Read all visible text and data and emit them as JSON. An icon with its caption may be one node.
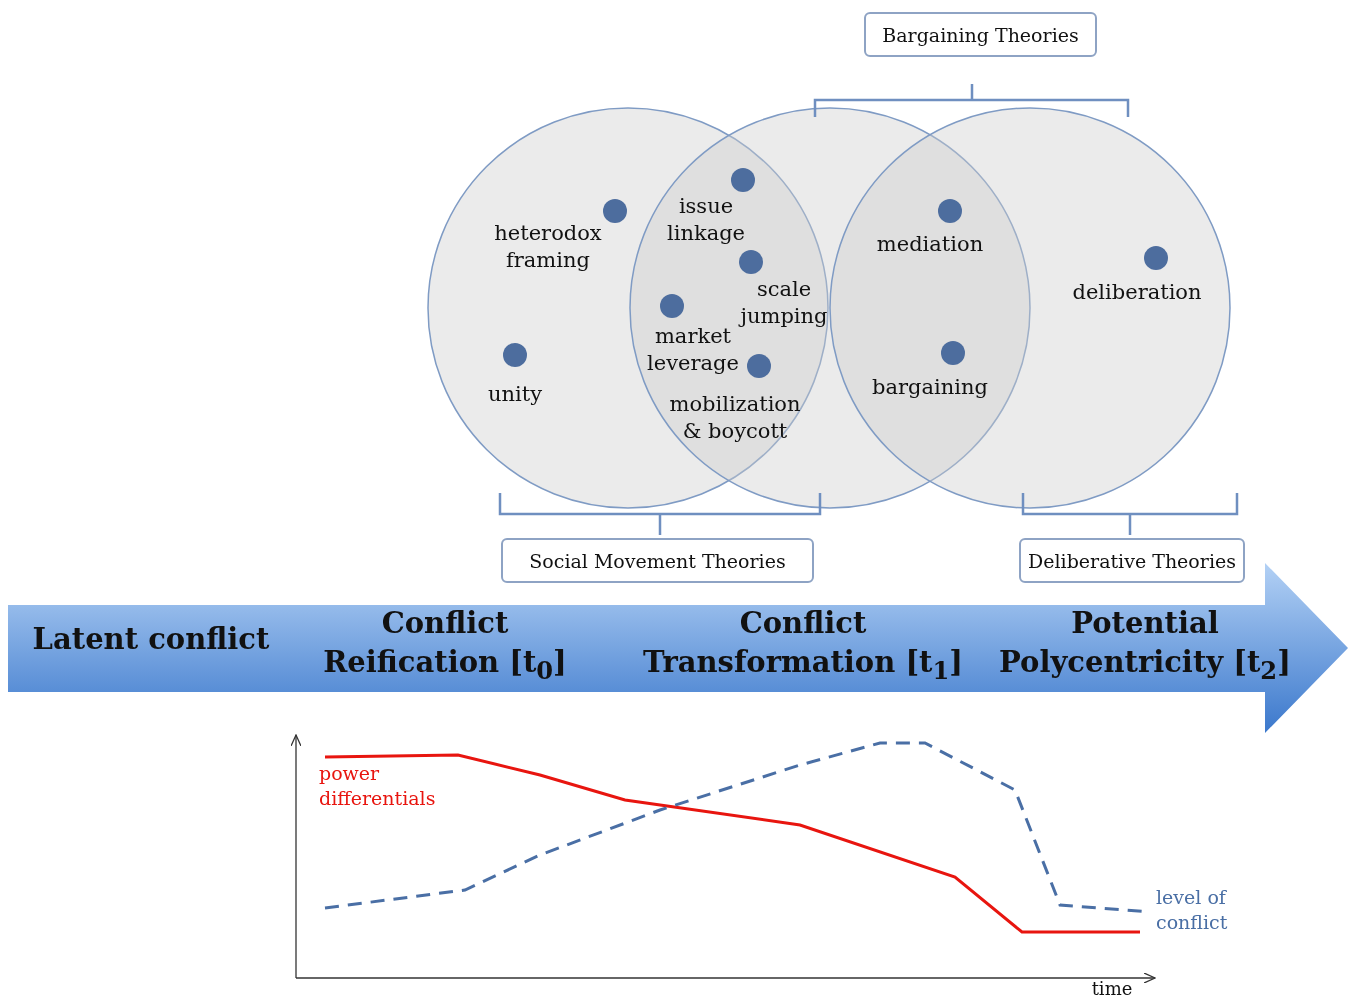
{
  "diagram": {
    "nodes": [
      {
        "text": [
          "Bargaining Theories"
        ]
      },
      {
        "text": [
          "Social Movement Theories"
        ]
      },
      {
        "text": [
          "Deliberative Theories"
        ]
      }
    ],
    "labels": [
      "issue linkage",
      "heterodox framing",
      "mediation",
      "scale jumping",
      "deliberation",
      "market leverage",
      "bargaining",
      "unity",
      "mobilization & boycott",
      "Latent conflict",
      "Conflict Reification [t$_{0}$]",
      "Conflict Transformation [t$_{1}$]",
      "Potential Polycentricity [t$_{2}$]",
      "power differentials",
      "level of conflict",
      "time"
    ]
  }
}
